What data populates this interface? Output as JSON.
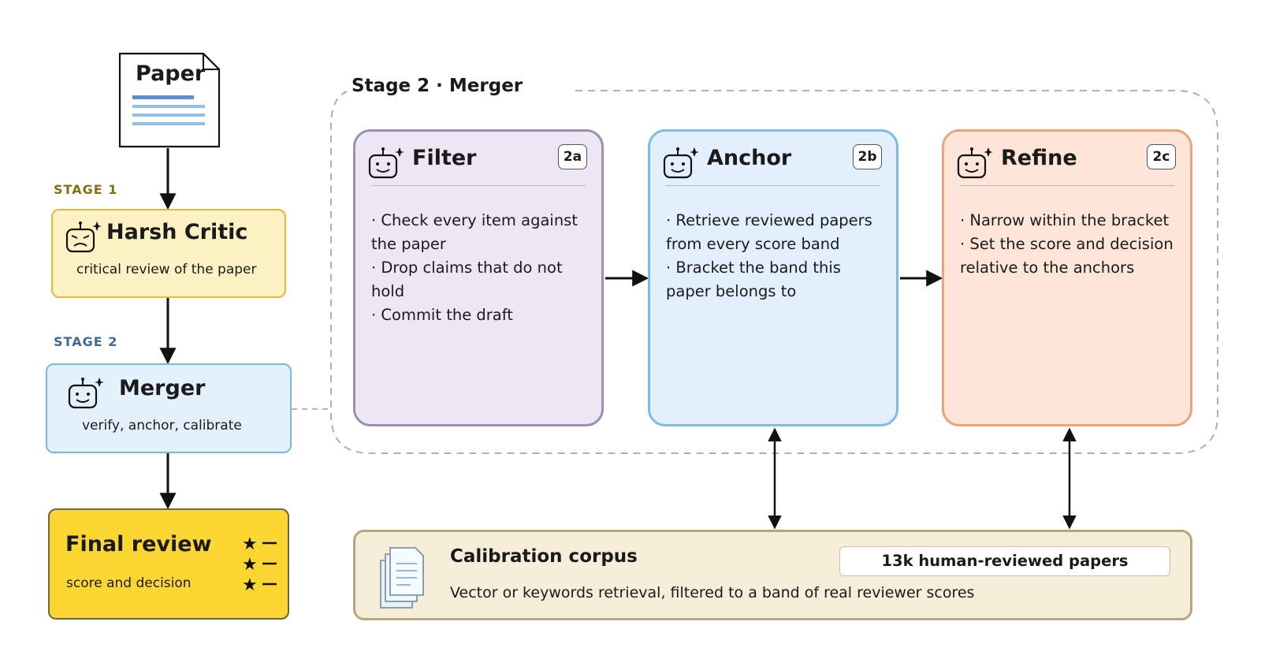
{
  "paper": {
    "label": "Paper"
  },
  "stage1": {
    "label": "STAGE 1",
    "title": "Harsh Critic",
    "subtitle": "critical review of the paper",
    "icon": "angry-robot-icon"
  },
  "stage2": {
    "label": "STAGE 2",
    "title": "Merger",
    "subtitle": "verify, anchor, calibrate",
    "icon": "robot-icon"
  },
  "final": {
    "title": "Final review",
    "subtitle": "score and decision",
    "icon": "star-list-icon"
  },
  "merger_stage": {
    "title": "Stage 2 · Merger",
    "cards": [
      {
        "title": "Filter",
        "badge": "2a",
        "bullets": [
          "· Check every item against the paper",
          "· Drop claims that do not hold",
          "· Commit the draft"
        ],
        "color": "#ede6f5"
      },
      {
        "title": "Anchor",
        "badge": "2b",
        "bullets": [
          "· Retrieve reviewed papers from every score band",
          "· Bracket the band this paper belongs to"
        ],
        "color": "#e1f0fc"
      },
      {
        "title": "Refine",
        "badge": "2c",
        "bullets": [
          "· Narrow within the bracket",
          "· Set the score and decision relative to the anchors"
        ],
        "color": "#fde6d7"
      }
    ]
  },
  "corpus": {
    "title": "Calibration corpus",
    "badge": "13k human-reviewed papers",
    "description": "Vector or keywords retrieval, filtered to a band of real reviewer scores",
    "icon": "documents-icon"
  },
  "colors": {
    "critic": "#fdf2c4",
    "merger": "#e3f1fc",
    "final": "#fcd631",
    "corpus": "#f6eed9"
  }
}
